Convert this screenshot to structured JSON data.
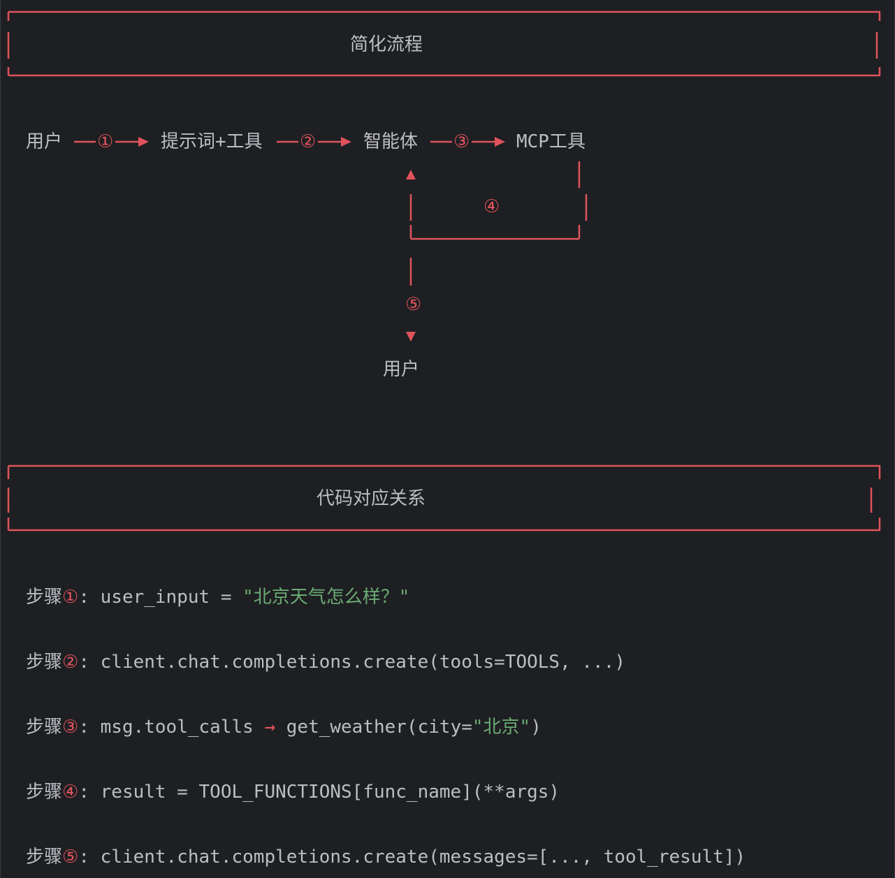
{
  "colors": {
    "background": "#1e1f22",
    "text": "#bcbec4",
    "accent_red": "#e0535c",
    "string_green": "#6aab73"
  },
  "section1": {
    "title": "简化流程"
  },
  "flow": {
    "node_user": "用户",
    "node_prompt": "提示词+工具",
    "node_agent": "智能体",
    "node_mcp": "MCP工具",
    "node_user_bottom": "用户",
    "step1": "①",
    "step2": "②",
    "step3": "③",
    "step4": "④",
    "step5": "⑤"
  },
  "section2": {
    "title": "代码对应关系"
  },
  "steps": [
    {
      "prefix": "步骤",
      "num": "①",
      "colon": ": ",
      "code_a": "user_input = ",
      "str": "\"北京天气怎么样？\"",
      "code_b": ""
    },
    {
      "prefix": "步骤",
      "num": "②",
      "colon": ": ",
      "code_a": "client.chat.completions.create(tools=TOOLS, ...)",
      "str": "",
      "code_b": ""
    },
    {
      "prefix": "步骤",
      "num": "③",
      "colon": ": ",
      "code_a": "msg.tool_calls ",
      "arrow": "→",
      "code_mid": " get_weather(city=",
      "str": "\"北京\"",
      "code_b": ")"
    },
    {
      "prefix": "步骤",
      "num": "④",
      "colon": ": ",
      "code_a": "result = TOOL_FUNCTIONS[func_name](**args)",
      "str": "",
      "code_b": ""
    },
    {
      "prefix": "步骤",
      "num": "⑤",
      "colon": ": ",
      "code_a": "client.chat.completions.create(messages=[..., tool_result])",
      "str": "",
      "code_b": ""
    }
  ]
}
